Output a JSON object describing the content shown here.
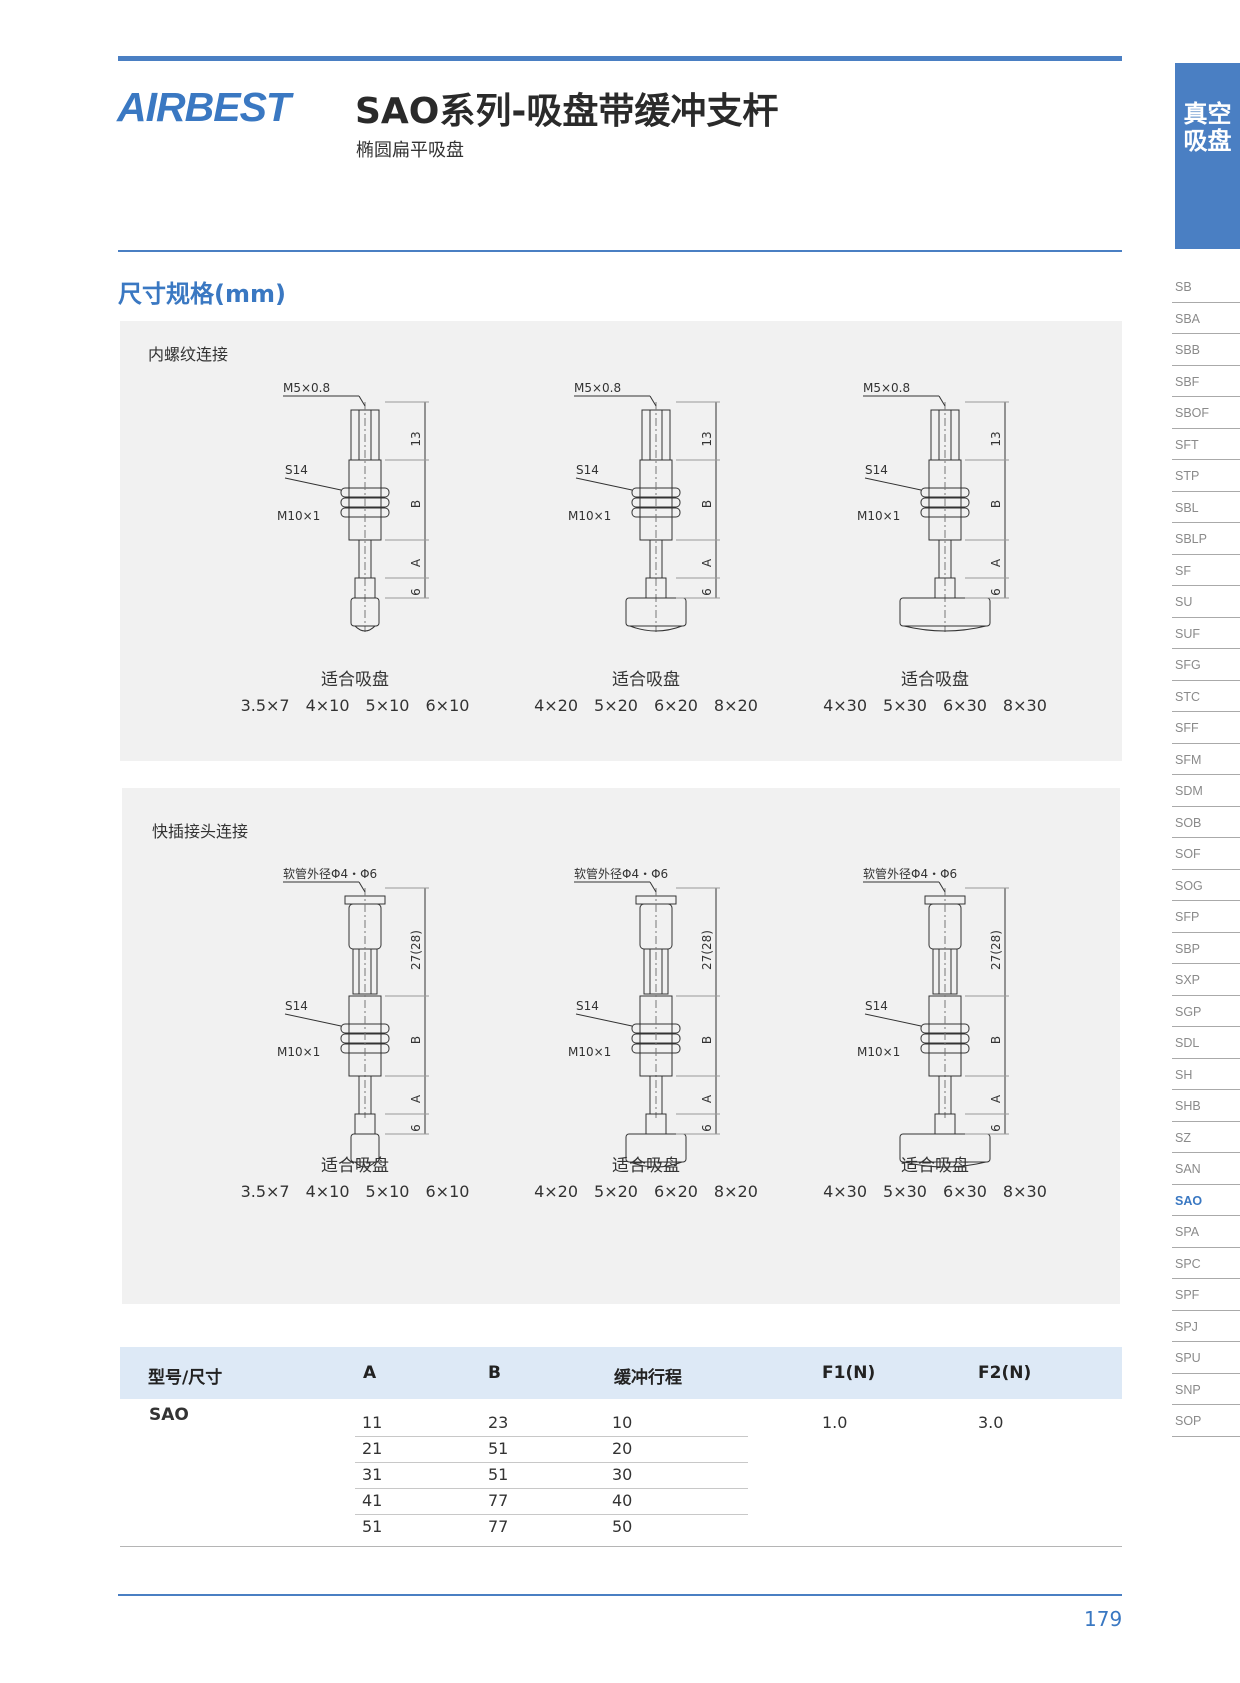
{
  "brand": "AIRBEST",
  "header": {
    "title": "SAO系列-吸盘带缓冲支杆",
    "subtitle": "椭圆扁平吸盘"
  },
  "side_tab": "真空吸盘",
  "side_nav": {
    "items": [
      "SB",
      "SBA",
      "SBB",
      "SBF",
      "SBOF",
      "SFT",
      "STP",
      "SBL",
      "SBLP",
      "SF",
      "SU",
      "SUF",
      "SFG",
      "STC",
      "SFF",
      "SFM",
      "SDM",
      "SOB",
      "SOF",
      "SOG",
      "SFP",
      "SBP",
      "SXP",
      "SGP",
      "SDL",
      "SH",
      "SHB",
      "SZ",
      "SAN",
      "SAO",
      "SPA",
      "SPC",
      "SPF",
      "SPJ",
      "SPU",
      "SNP",
      "SOP"
    ],
    "active": "SAO"
  },
  "section_title": "尺寸规格(mm)",
  "panels": [
    {
      "label": "内螺纹连接",
      "diagrams": [
        {
          "thread_label": "M5×0.8",
          "hex_label": "S14",
          "nut_label": "M10×1",
          "dim_top": "13",
          "dim_b": "B",
          "dim_a": "A",
          "dim_bottom": "6",
          "fit_label": "适合吸盘",
          "fit_sizes": "3.5×7　4×10　5×10　6×10"
        },
        {
          "thread_label": "M5×0.8",
          "hex_label": "S14",
          "nut_label": "M10×1",
          "dim_top": "13",
          "dim_b": "B",
          "dim_a": "A",
          "dim_bottom": "6",
          "fit_label": "适合吸盘",
          "fit_sizes": "4×20　5×20　6×20　8×20"
        },
        {
          "thread_label": "M5×0.8",
          "hex_label": "S14",
          "nut_label": "M10×1",
          "dim_top": "13",
          "dim_b": "B",
          "dim_a": "A",
          "dim_bottom": "6",
          "fit_label": "适合吸盘",
          "fit_sizes": "4×30　5×30　6×30　8×30"
        }
      ]
    },
    {
      "label": "快插接头连接",
      "diagrams": [
        {
          "thread_label": "软管外径Φ4・Φ6",
          "hex_label": "S14",
          "nut_label": "M10×1",
          "dim_top": "27(28)",
          "dim_b": "B",
          "dim_a": "A",
          "dim_bottom": "6",
          "fit_label": "适合吸盘",
          "fit_sizes": "3.5×7　4×10　5×10　6×10"
        },
        {
          "thread_label": "软管外径Φ4・Φ6",
          "hex_label": "S14",
          "nut_label": "M10×1",
          "dim_top": "27(28)",
          "dim_b": "B",
          "dim_a": "A",
          "dim_bottom": "6",
          "fit_label": "适合吸盘",
          "fit_sizes": "4×20　5×20　6×20　8×20"
        },
        {
          "thread_label": "软管外径Φ4・Φ6",
          "hex_label": "S14",
          "nut_label": "M10×1",
          "dim_top": "27(28)",
          "dim_b": "B",
          "dim_a": "A",
          "dim_bottom": "6",
          "fit_label": "适合吸盘",
          "fit_sizes": "4×30　5×30　6×30　8×30"
        }
      ]
    }
  ],
  "table": {
    "headers": [
      "型号/尺寸",
      "A",
      "B",
      "缓冲行程",
      "F1(N)",
      "F2(N)"
    ],
    "model": "SAO",
    "rows": [
      {
        "A": "11",
        "B": "23",
        "stroke": "10"
      },
      {
        "A": "21",
        "B": "51",
        "stroke": "20"
      },
      {
        "A": "31",
        "B": "51",
        "stroke": "30"
      },
      {
        "A": "41",
        "B": "77",
        "stroke": "40"
      },
      {
        "A": "51",
        "B": "77",
        "stroke": "50"
      }
    ],
    "f1": "1.0",
    "f2": "3.0"
  },
  "page_number": "179"
}
